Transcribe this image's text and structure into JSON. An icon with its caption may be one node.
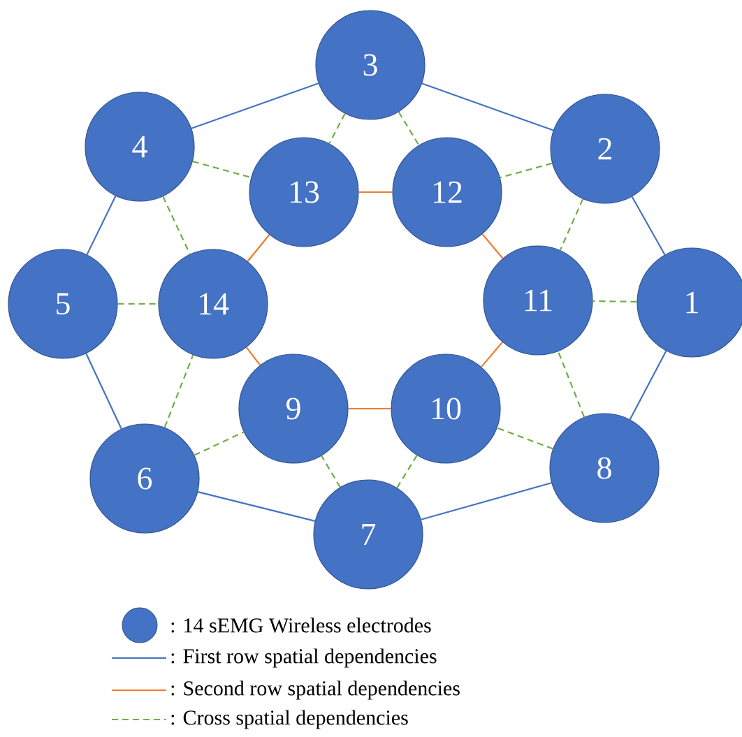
{
  "diagram": {
    "nodes": [
      {
        "text": [
          "1"
        ]
      },
      {
        "text": [
          "2"
        ]
      },
      {
        "text": [
          "3"
        ]
      },
      {
        "text": [
          "4"
        ]
      },
      {
        "text": [
          "5"
        ]
      },
      {
        "text": [
          "6"
        ]
      },
      {
        "text": [
          "7"
        ]
      },
      {
        "text": [
          "8"
        ]
      },
      {
        "text": [
          "9"
        ]
      },
      {
        "text": [
          "10"
        ]
      },
      {
        "text": [
          "11"
        ]
      },
      {
        "text": [
          "12"
        ]
      },
      {
        "text": [
          "13"
        ]
      },
      {
        "text": [
          "14"
        ]
      }
    ],
    "edges": [
      {
        "from": 0,
        "to": 1,
        "arrow": "none",
        "color": "#4472c4"
      },
      {
        "from": 1,
        "to": 2,
        "arrow": "none",
        "color": "#4472c4"
      },
      {
        "from": 2,
        "to": 3,
        "arrow": "none",
        "color": "#4472c4"
      },
      {
        "from": 3,
        "to": 4,
        "arrow": "none",
        "color": "#4472c4"
      },
      {
        "from": 4,
        "to": 5,
        "arrow": "none",
        "color": "#4472c4"
      },
      {
        "from": 5,
        "to": 6,
        "arrow": "none",
        "color": "#4472c4"
      },
      {
        "from": 6,
        "to": 7,
        "arrow": "none",
        "color": "#4472c4"
      },
      {
        "from": 7,
        "to": 0,
        "arrow": "none",
        "color": "#4472c4"
      },
      {
        "from": 12,
        "to": 11,
        "arrow": "none",
        "color": "#ed7d31"
      },
      {
        "from": 11,
        "to": 10,
        "arrow": "none",
        "color": "#ed7d31"
      },
      {
        "from": 10,
        "to": 9,
        "arrow": "none",
        "color": "#ed7d31"
      },
      {
        "from": 9,
        "to": 8,
        "arrow": "none",
        "color": "#ed7d31"
      },
      {
        "from": 8,
        "to": 13,
        "arrow": "none",
        "color": "#ed7d31"
      },
      {
        "from": 13,
        "to": 12,
        "arrow": "none",
        "color": "#ed7d31"
      },
      {
        "from": 2,
        "to": 12,
        "arrow": "none",
        "style": "dashed",
        "color": "#70ad47"
      },
      {
        "from": 2,
        "to": 11,
        "arrow": "none",
        "style": "dashed",
        "color": "#70ad47"
      },
      {
        "from": 3,
        "to": 12,
        "arrow": "none",
        "style": "dashed",
        "color": "#70ad47"
      },
      {
        "from": 1,
        "to": 11,
        "arrow": "none",
        "style": "dashed",
        "color": "#70ad47"
      },
      {
        "from": 3,
        "to": 13,
        "arrow": "none",
        "style": "dashed",
        "color": "#70ad47"
      },
      {
        "from": 1,
        "to": 10,
        "arrow": "none",
        "style": "dashed",
        "color": "#70ad47"
      },
      {
        "from": 4,
        "to": 13,
        "arrow": "none",
        "style": "dashed",
        "color": "#70ad47"
      },
      {
        "from": 0,
        "to": 10,
        "arrow": "none",
        "style": "dashed",
        "color": "#70ad47"
      },
      {
        "from": 5,
        "to": 13,
        "arrow": "none",
        "style": "dashed",
        "color": "#70ad47"
      },
      {
        "from": 7,
        "to": 10,
        "arrow": "none",
        "style": "dashed",
        "color": "#70ad47"
      },
      {
        "from": 5,
        "to": 8,
        "arrow": "none",
        "style": "dashed",
        "color": "#70ad47"
      },
      {
        "from": 6,
        "to": 8,
        "arrow": "none",
        "style": "dashed",
        "color": "#70ad47"
      },
      {
        "from": 6,
        "to": 9,
        "arrow": "none",
        "style": "dashed",
        "color": "#70ad47"
      },
      {
        "from": 7,
        "to": 9,
        "arrow": "none",
        "style": "dashed",
        "color": "#70ad47"
      }
    ],
    "legend": [
      {
        "text": ": 14 sEMG Wireless electrodes"
      },
      {
        "text": ": First row spatial dependencies"
      },
      {
        "text": ": Second row spatial dependencies"
      },
      {
        "text": ": Cross spatial dependencies"
      }
    ]
  }
}
